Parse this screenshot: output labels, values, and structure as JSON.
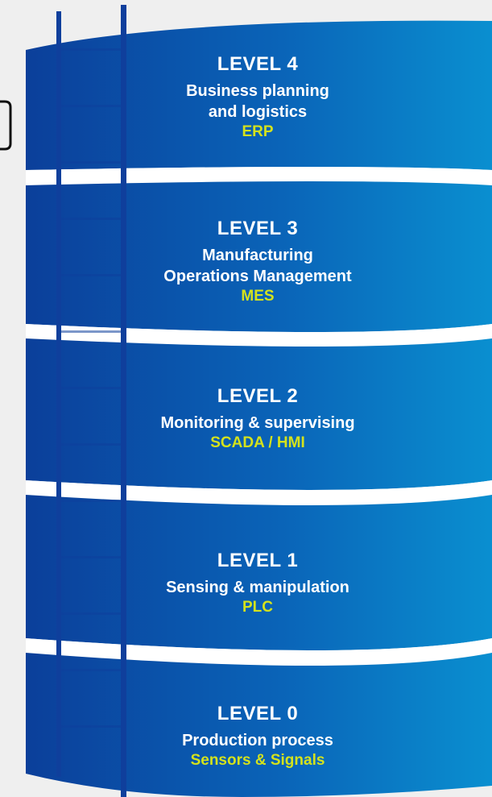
{
  "colors": {
    "page_background": "#efefef",
    "band_dark": "#0b3f9a",
    "band_light": "#0a8fd0",
    "separator": "#ffffff",
    "ladder": "#0f3f9c",
    "system_label": "#d4e21c",
    "text": "#ffffff"
  },
  "levels": [
    {
      "title": "LEVEL 4",
      "description_lines": [
        "Business planning",
        "and logistics"
      ],
      "system": "ERP"
    },
    {
      "title": "LEVEL 3",
      "description_lines": [
        "Manufacturing",
        "Operations Management"
      ],
      "system": "MES"
    },
    {
      "title": "LEVEL 2",
      "description_lines": [
        "Monitoring & supervising"
      ],
      "system": "SCADA / HMI"
    },
    {
      "title": "LEVEL 1",
      "description_lines": [
        "Sensing & manipulation"
      ],
      "system": "PLC"
    },
    {
      "title": "LEVEL 0",
      "description_lines": [
        "Production process"
      ],
      "system": "Sensors & Signals"
    }
  ]
}
